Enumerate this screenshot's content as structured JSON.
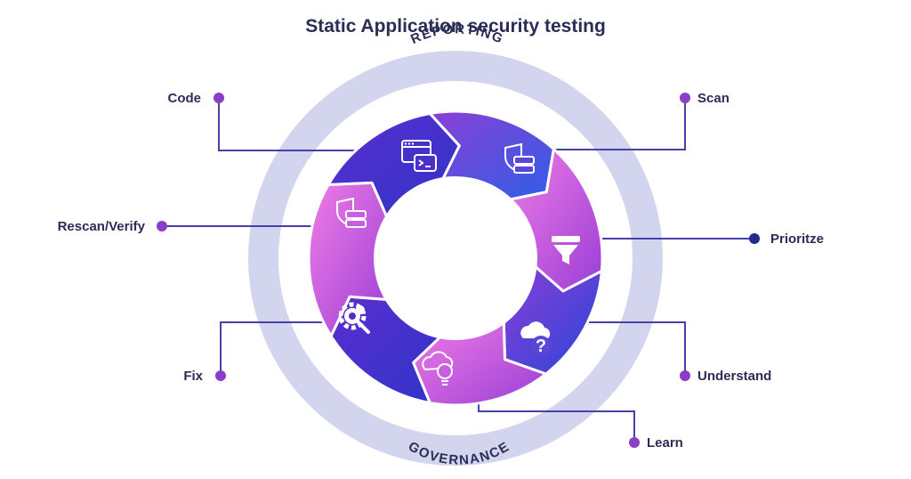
{
  "title": "Static Application security testing",
  "ring": {
    "top_label": "REPORTING",
    "bottom_label": "GOVERNANCE"
  },
  "colors": {
    "outer_ring": "#d3d5ef",
    "connector": "#4a3fa8",
    "dot_purple": "#8a3fc6",
    "dot_navy": "#1e2c8c",
    "text": "#2b2d55"
  },
  "steps": [
    {
      "label": "Code",
      "icon": "browser-terminal-icon"
    },
    {
      "label": "Scan",
      "icon": "shield-icon"
    },
    {
      "label": "Prioritze",
      "icon": "funnel-icon"
    },
    {
      "label": "Understand",
      "icon": "cloud-question-icon"
    },
    {
      "label": "Learn",
      "icon": "cloud-lightbulb-icon"
    },
    {
      "label": "Fix",
      "icon": "gear-wrench-icon"
    },
    {
      "label": "Rescan/Verify",
      "icon": "shield-icon"
    }
  ]
}
